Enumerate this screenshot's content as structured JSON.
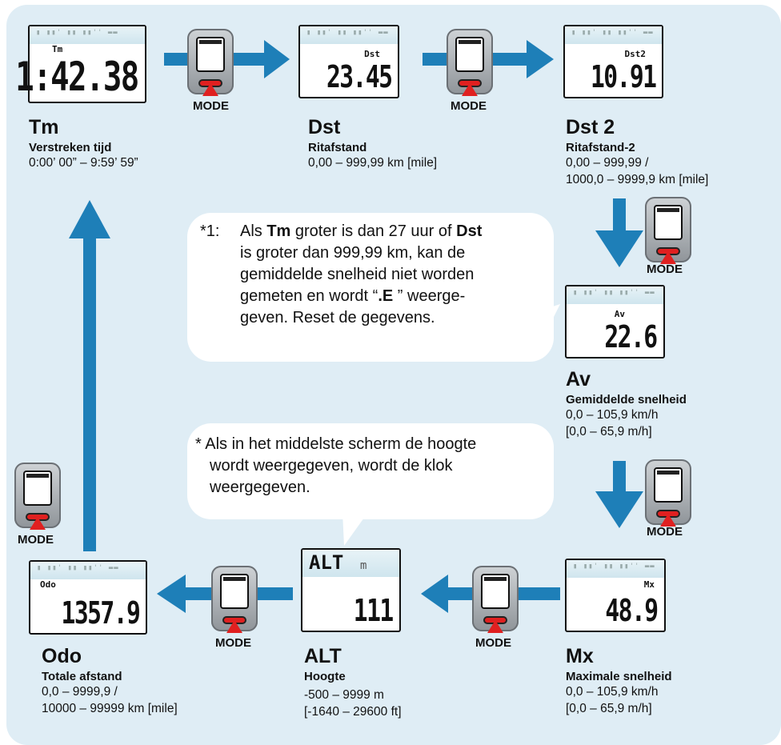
{
  "mode_label": "MODE",
  "colors": {
    "panel": "#dfedf5",
    "arrow": "#1e7fb8",
    "button": "#e02020"
  },
  "screens": {
    "tm": {
      "label": "Tm",
      "value": "1:42.38"
    },
    "dst": {
      "label": "Dst",
      "value": "23.45"
    },
    "dst2": {
      "label": "Dst2",
      "value": "10.91"
    },
    "av": {
      "label": "Av",
      "value": "22.6"
    },
    "mx": {
      "label": "Mx",
      "value": "48.9"
    },
    "alt": {
      "label": "ALT",
      "unit": "m",
      "value": "111"
    },
    "odo": {
      "label": "Odo",
      "value": "1357.9"
    }
  },
  "items": {
    "tm": {
      "name": "Tm",
      "desc": "Verstreken tijd",
      "range": "0:00’ 00” – 9:59’ 59”"
    },
    "dst": {
      "name": "Dst",
      "desc": "Ritafstand",
      "range": "0,00 – 999,99 km [mile]"
    },
    "dst2": {
      "name": "Dst 2",
      "desc": "Ritafstand-2",
      "range1": "0,00 – 999,99 /",
      "range2": "1000,0 – 9999,9 km [mile]"
    },
    "av": {
      "name": "Av",
      "desc": "Gemiddelde snelheid",
      "range1": "0,0 – 105,9 km/h",
      "range2": "[0,0 – 65,9 m/h]"
    },
    "mx": {
      "name": "Mx",
      "desc": "Maximale snelheid",
      "range1": "0,0 – 105,9 km/h",
      "range2": "[0,0 – 65,9 m/h]"
    },
    "alt": {
      "name": "ALT",
      "desc": "Hoogte",
      "range1": "-500 – 9999 m",
      "range2": "[-1640 – 29600 ft]"
    },
    "odo": {
      "name": "Odo",
      "desc": "Totale afstand",
      "range1": "0,0 – 9999,9 /",
      "range2": "10000 – 99999 km [mile]"
    }
  },
  "note1": {
    "prefix": "*1:",
    "l1a": "Als ",
    "l1b": "Tm",
    "l1c": " groter is dan 27 uur of ",
    "l1d": "Dst",
    "l2": "is groter dan 999,99 km, kan de",
    "l3": "gemiddelde snelheid niet worden",
    "l4a": "gemeten en wordt “",
    "l4b": ".E",
    "l4c": " ” weerge-",
    "l5": "geven. Reset de gegevens."
  },
  "note2": {
    "l1": "* Als in het middelste scherm de hoogte",
    "l2": "wordt weergegeven, wordt de klok",
    "l3": "weergegeven."
  }
}
